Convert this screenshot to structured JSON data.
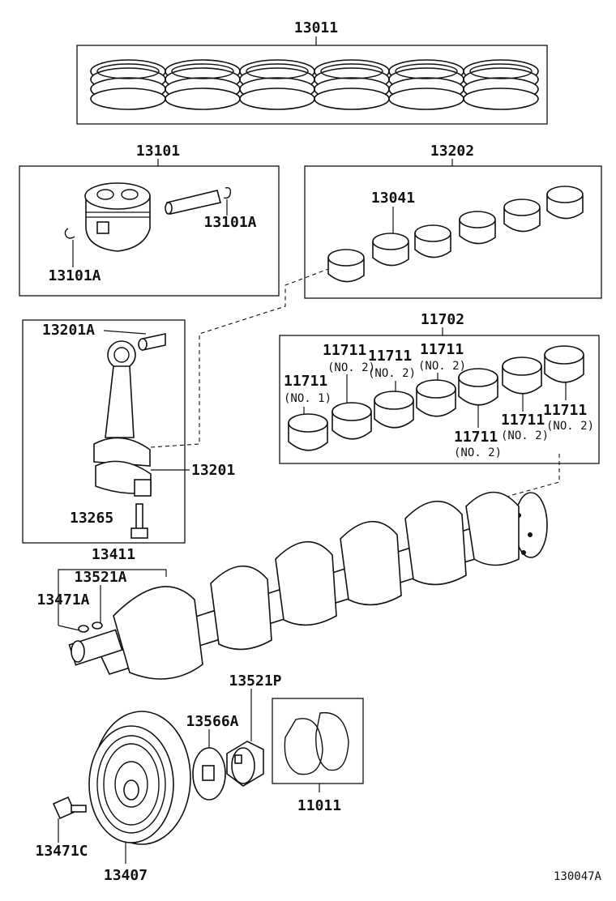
{
  "labels": {
    "piston_ring_set": "13011",
    "piston_sub_assy": "13101",
    "snap_ring_right": "13101A",
    "snap_ring_left": "13101A",
    "rod_bearing_set": "13202",
    "rod_bearing": "13041",
    "rod_bush": "13201A",
    "connecting_rod": "13201",
    "rod_bolt": "13265",
    "main_bearing_set": "11702",
    "mb_1": "11711",
    "mb_1_sub": "(NO. 1)",
    "mb_2": "11711",
    "mb_2_sub": "(NO. 2)",
    "mb_3": "11711",
    "mb_3_sub": "(NO. 2)",
    "mb_4": "11711",
    "mb_4_sub": "(NO. 2)",
    "mb_5": "11711",
    "mb_5_sub": "(NO. 2)",
    "mb_6": "11711",
    "mb_6_sub": "(NO. 2)",
    "mb_7": "11711",
    "mb_7_sub": "(NO. 2)",
    "crank_group": "13411",
    "key": "13521A",
    "pin": "13471A",
    "sprocket": "13521P",
    "washer": "13566A",
    "thrust_washer": "11011",
    "bolt": "13471C",
    "pulley": "13407",
    "drawing_id": "130047A"
  }
}
